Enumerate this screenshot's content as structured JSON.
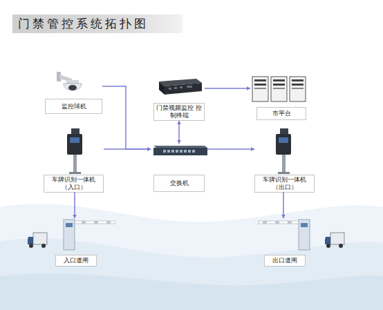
{
  "diagram": {
    "title": "门禁管控系统拓扑图",
    "nodes": [
      {
        "text": [
          "监控球机"
        ]
      },
      {
        "text": [
          "门禁视频监控 控制终端"
        ]
      },
      {
        "text": [
          "市平台"
        ]
      },
      {
        "text": [
          "车牌识别一体机 （入口）"
        ]
      },
      {
        "text": [
          "交换机"
        ]
      },
      {
        "text": [
          "车牌识别一体机 （出口）"
        ]
      },
      {
        "text": [
          "入口道闸"
        ]
      },
      {
        "text": [
          "出口道闸"
        ]
      }
    ],
    "edges": [
      {
        "from": 0,
        "to": 4,
        "arrow": "to"
      },
      {
        "from": 3,
        "to": 4,
        "arrow": "to"
      },
      {
        "from": 1,
        "to": 4,
        "arrow": "both"
      },
      {
        "from": 1,
        "to": 2,
        "arrow": "to"
      },
      {
        "from": 4,
        "to": 5,
        "arrow": "to"
      },
      {
        "from": 3,
        "to": 6,
        "arrow": "to"
      },
      {
        "from": 5,
        "to": 7,
        "arrow": "to"
      }
    ]
  }
}
